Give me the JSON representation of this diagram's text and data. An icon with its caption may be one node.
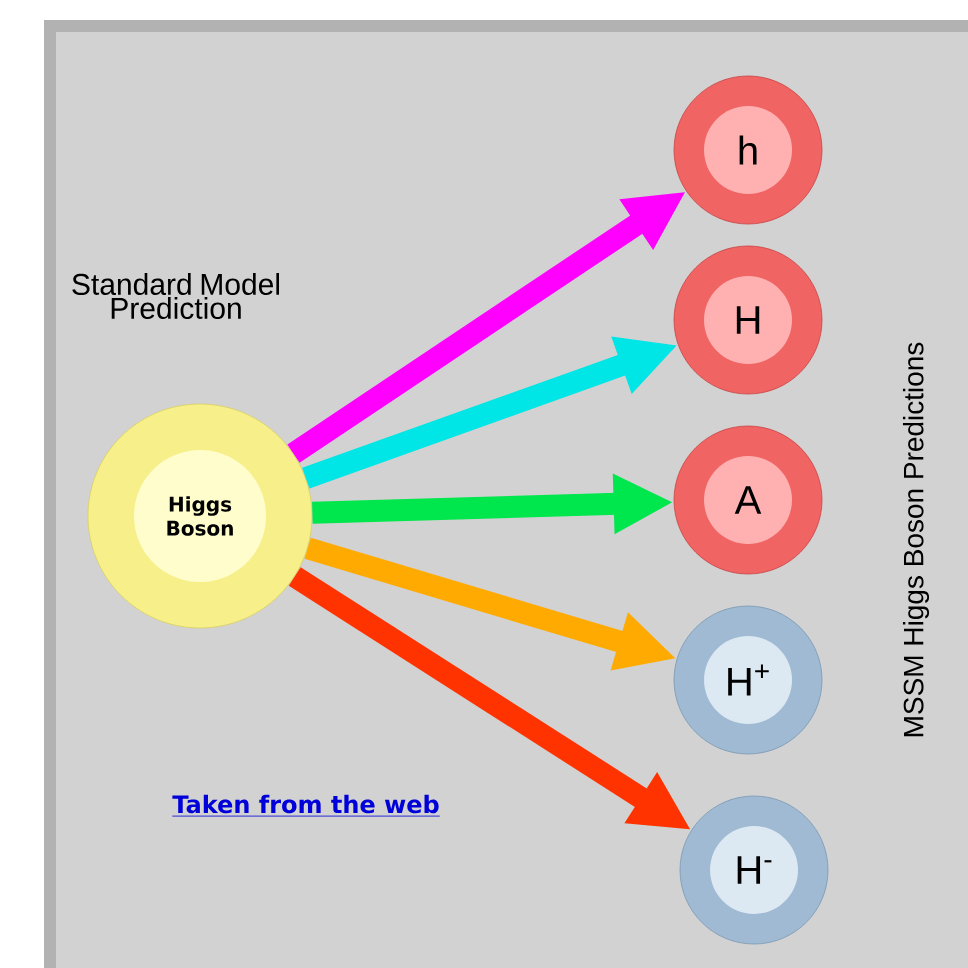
{
  "diagram": {
    "nodes": [
      {
        "text": [
          "Higgs Boson"
        ]
      },
      {
        "text": [
          "h"
        ]
      },
      {
        "text": [
          "H"
        ]
      },
      {
        "text": [
          "A"
        ]
      },
      {
        "text": [
          "H$^{+}$"
        ]
      },
      {
        "text": [
          "H$^{-}$"
        ]
      }
    ],
    "edges": [
      {
        "from": 0,
        "to": 1,
        "arrow": "to",
        "color": "#ff00ff"
      },
      {
        "from": 0,
        "to": 2,
        "arrow": "to",
        "color": "#00e5e5"
      },
      {
        "from": 0,
        "to": 3,
        "arrow": "to",
        "color": "#00e64d"
      },
      {
        "from": 0,
        "to": 4,
        "arrow": "to",
        "color": "#ffaa00"
      },
      {
        "from": 0,
        "to": 5,
        "arrow": "to",
        "color": "#ff3300"
      }
    ],
    "labels": [
      "Standard Model Prediction",
      "Taken from the web",
      "MSSM Higgs Boson Predictions"
    ]
  }
}
